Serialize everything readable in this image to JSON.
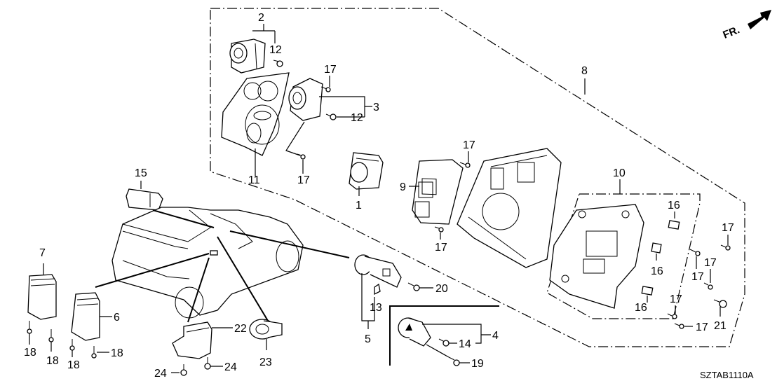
{
  "diagram": {
    "title": "Switch assembly exploded parts diagram",
    "drawing_code": "SZTAB1110A",
    "direction_indicator": "FR.",
    "callouts": {
      "c1": "1",
      "c2": "2",
      "c3": "3",
      "c4": "4",
      "c5": "5",
      "c6": "6",
      "c7": "7",
      "c8": "8",
      "c9": "9",
      "c10": "10",
      "c11": "11",
      "c12a": "12",
      "c12b": "12",
      "c13": "13",
      "c14": "14",
      "c15": "15",
      "c16a": "16",
      "c16b": "16",
      "c16c": "16",
      "c17a": "17",
      "c17b": "17",
      "c17c": "17",
      "c17d": "17",
      "c17e": "17",
      "c17f": "17",
      "c17g": "17",
      "c17h": "17",
      "c17i": "17",
      "c18a": "18",
      "c18b": "18",
      "c18c": "18",
      "c18d": "18",
      "c19": "19",
      "c20": "20",
      "c21": "21",
      "c22": "22",
      "c23": "23",
      "c24a": "24",
      "c24b": "24"
    }
  }
}
